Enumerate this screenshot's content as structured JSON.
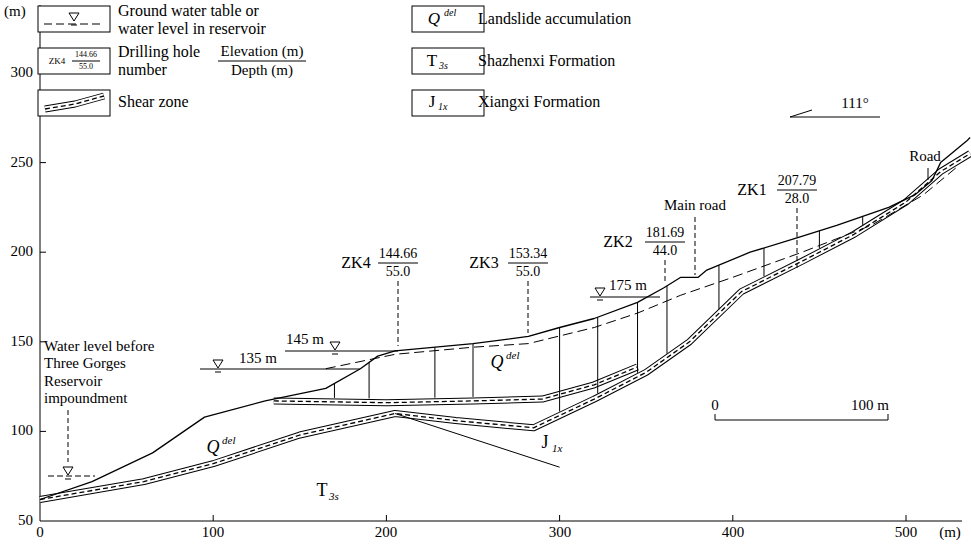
{
  "diagram": {
    "labels": [
      "(m)",
      "300",
      "250",
      "200",
      "150",
      "100",
      "50",
      "0",
      "100",
      "200",
      "300",
      "400",
      "500",
      "(m)",
      "ZK4",
      "144.66",
      "55.0",
      "Elevation (m)",
      "Depth (m)",
      "Q",
      "del",
      "T",
      "3s",
      "J",
      "1x",
      "111°",
      "Road",
      "Main road",
      "ZK1",
      "207.79",
      "28.0",
      "ZK2",
      "181.69",
      "44.0",
      "ZK3",
      "153.34",
      "55.0",
      "ZK4",
      "144.66",
      "55.0",
      "175 m",
      "145 m",
      "135 m",
      "Water level before Three Gorges Reservoir impoundment",
      "Q",
      "del",
      "Q",
      "del",
      "T",
      "3s",
      "J",
      "1x",
      "0",
      "100 m"
    ],
    "legend": [
      {
        "text": "Ground water table or water level in reservoir"
      },
      {
        "text": "Drilling hole number"
      },
      {
        "text": "Shear zone"
      },
      {
        "text": "Landslide accumulation"
      },
      {
        "text": "Shazhenxi Formation"
      },
      {
        "text": "Xiangxi Formation"
      }
    ]
  }
}
